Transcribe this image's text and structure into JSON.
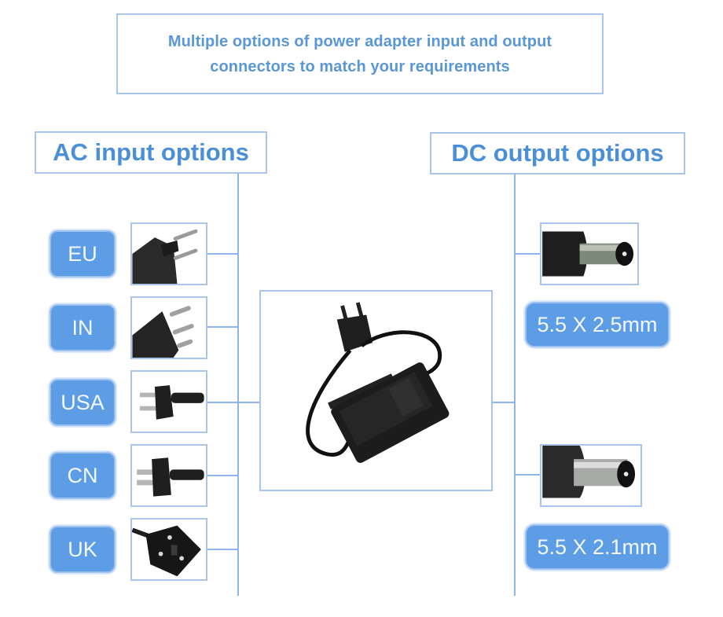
{
  "header": {
    "line1": "Multiple options of power adapter input and output",
    "line2": "connectors to match your requirements"
  },
  "ac_section": {
    "title": "AC input options",
    "options": [
      {
        "label": "EU",
        "image": "eu-plug-image"
      },
      {
        "label": "IN",
        "image": "india-plug-image"
      },
      {
        "label": "USA",
        "image": "usa-plug-image"
      },
      {
        "label": "CN",
        "image": "cn-plug-image"
      },
      {
        "label": "UK",
        "image": "uk-plug-image"
      }
    ]
  },
  "center": {
    "image": "power-adapter-image"
  },
  "dc_section": {
    "title": "DC output options",
    "options": [
      {
        "label": "5.5 X 2.5mm",
        "image": "dc-jack-2.5mm-image"
      },
      {
        "label": "5.5 X 2.1mm",
        "image": "dc-jack-2.1mm-image"
      }
    ]
  },
  "colors": {
    "accent_text": "#4a8fd8",
    "badge_fill": "#5c9de6",
    "outline": "#a9c6ea",
    "connector_line": "#8fb4ec"
  }
}
